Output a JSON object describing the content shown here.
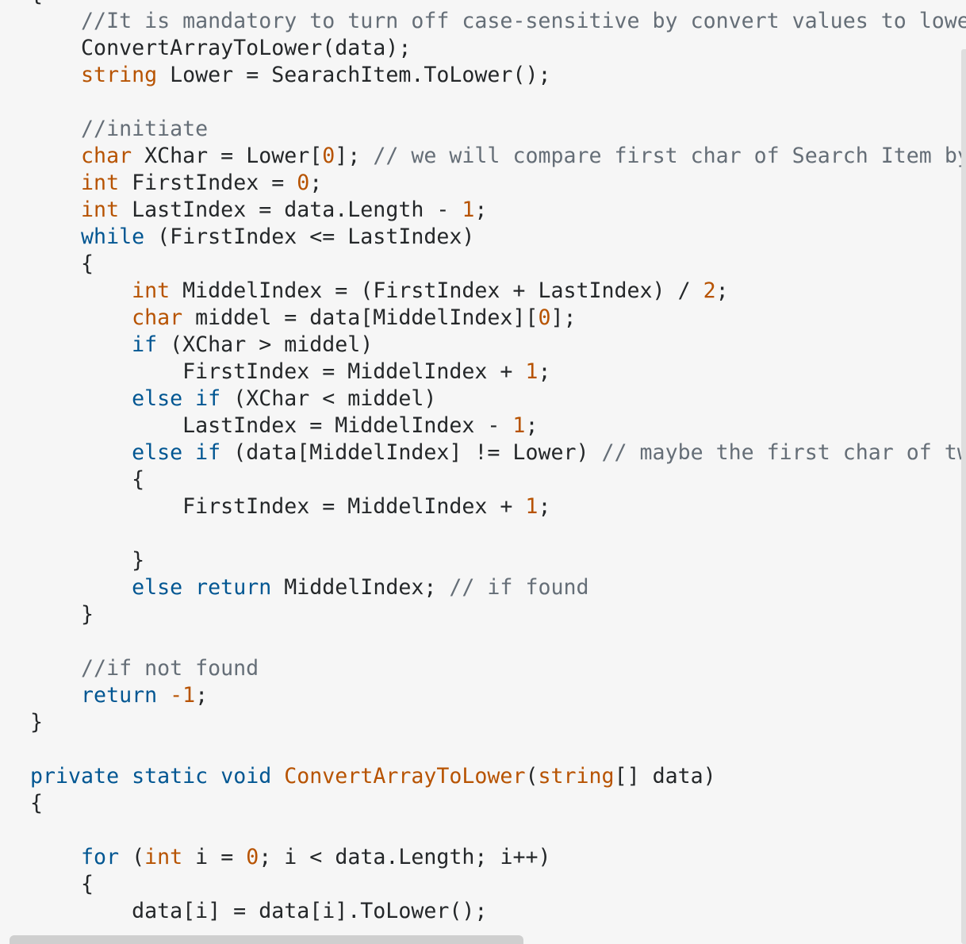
{
  "code_block": {
    "language": "csharp",
    "lines": [
      {
        "text": "{",
        "tokens": [
          {
            "t": "{",
            "k": "pl"
          }
        ]
      },
      {
        "text": "    //It is mandatory to turn off case-sensitive by convert values to lower",
        "tokens": [
          {
            "t": "    ",
            "k": "pl"
          },
          {
            "t": "//It is mandatory to turn off case-sensitive by convert values to lower",
            "k": "cm"
          }
        ]
      },
      {
        "text": "    ConvertArrayToLower(data);",
        "tokens": [
          {
            "t": "    ConvertArrayToLower(data);",
            "k": "pl"
          }
        ]
      },
      {
        "text": "    string Lower = SearachItem.ToLower();",
        "tokens": [
          {
            "t": "    ",
            "k": "pl"
          },
          {
            "t": "string",
            "k": "type"
          },
          {
            "t": " Lower = SearachItem.ToLower();",
            "k": "pl"
          }
        ]
      },
      {
        "text": "",
        "tokens": []
      },
      {
        "text": "    //initiate",
        "tokens": [
          {
            "t": "    ",
            "k": "pl"
          },
          {
            "t": "//initiate",
            "k": "cm"
          }
        ]
      },
      {
        "text": "    char XChar = Lower[0]; // we will compare first char of Search Item by",
        "tokens": [
          {
            "t": "    ",
            "k": "pl"
          },
          {
            "t": "char",
            "k": "type"
          },
          {
            "t": " XChar = Lower[",
            "k": "pl"
          },
          {
            "t": "0",
            "k": "num"
          },
          {
            "t": "]; ",
            "k": "pl"
          },
          {
            "t": "// we will compare first char of Search Item by",
            "k": "cm"
          }
        ]
      },
      {
        "text": "    int FirstIndex = 0;",
        "tokens": [
          {
            "t": "    ",
            "k": "pl"
          },
          {
            "t": "int",
            "k": "type"
          },
          {
            "t": " FirstIndex = ",
            "k": "pl"
          },
          {
            "t": "0",
            "k": "num"
          },
          {
            "t": ";",
            "k": "pl"
          }
        ]
      },
      {
        "text": "    int LastIndex = data.Length - 1;",
        "tokens": [
          {
            "t": "    ",
            "k": "pl"
          },
          {
            "t": "int",
            "k": "type"
          },
          {
            "t": " LastIndex = data.Length - ",
            "k": "pl"
          },
          {
            "t": "1",
            "k": "num"
          },
          {
            "t": ";",
            "k": "pl"
          }
        ]
      },
      {
        "text": "    while (FirstIndex <= LastIndex)",
        "tokens": [
          {
            "t": "    ",
            "k": "pl"
          },
          {
            "t": "while",
            "k": "kw"
          },
          {
            "t": " (FirstIndex <= LastIndex)",
            "k": "pl"
          }
        ]
      },
      {
        "text": "    {",
        "tokens": [
          {
            "t": "    {",
            "k": "pl"
          }
        ]
      },
      {
        "text": "        int MiddelIndex = (FirstIndex + LastIndex) / 2;",
        "tokens": [
          {
            "t": "        ",
            "k": "pl"
          },
          {
            "t": "int",
            "k": "type"
          },
          {
            "t": " MiddelIndex = (FirstIndex + LastIndex) / ",
            "k": "pl"
          },
          {
            "t": "2",
            "k": "num"
          },
          {
            "t": ";",
            "k": "pl"
          }
        ]
      },
      {
        "text": "        char middel = data[MiddelIndex][0];",
        "tokens": [
          {
            "t": "        ",
            "k": "pl"
          },
          {
            "t": "char",
            "k": "type"
          },
          {
            "t": " middel = data[MiddelIndex][",
            "k": "pl"
          },
          {
            "t": "0",
            "k": "num"
          },
          {
            "t": "];",
            "k": "pl"
          }
        ]
      },
      {
        "text": "        if (XChar > middel)",
        "tokens": [
          {
            "t": "        ",
            "k": "pl"
          },
          {
            "t": "if",
            "k": "kw"
          },
          {
            "t": " (XChar > middel)",
            "k": "pl"
          }
        ]
      },
      {
        "text": "            FirstIndex = MiddelIndex + 1;",
        "tokens": [
          {
            "t": "            FirstIndex = MiddelIndex + ",
            "k": "pl"
          },
          {
            "t": "1",
            "k": "num"
          },
          {
            "t": ";",
            "k": "pl"
          }
        ]
      },
      {
        "text": "        else if (XChar < middel)",
        "tokens": [
          {
            "t": "        ",
            "k": "pl"
          },
          {
            "t": "else",
            "k": "kw"
          },
          {
            "t": " ",
            "k": "pl"
          },
          {
            "t": "if",
            "k": "kw"
          },
          {
            "t": " (XChar < middel)",
            "k": "pl"
          }
        ]
      },
      {
        "text": "            LastIndex = MiddelIndex - 1;",
        "tokens": [
          {
            "t": "            LastIndex = MiddelIndex - ",
            "k": "pl"
          },
          {
            "t": "1",
            "k": "num"
          },
          {
            "t": ";",
            "k": "pl"
          }
        ]
      },
      {
        "text": "        else if (data[MiddelIndex] != Lower) // maybe the first char of two",
        "tokens": [
          {
            "t": "        ",
            "k": "pl"
          },
          {
            "t": "else",
            "k": "kw"
          },
          {
            "t": " ",
            "k": "pl"
          },
          {
            "t": "if",
            "k": "kw"
          },
          {
            "t": " (data[MiddelIndex] != Lower) ",
            "k": "pl"
          },
          {
            "t": "// maybe the first char of two",
            "k": "cm"
          }
        ]
      },
      {
        "text": "        {",
        "tokens": [
          {
            "t": "        {",
            "k": "pl"
          }
        ]
      },
      {
        "text": "            FirstIndex = MiddelIndex + 1;",
        "tokens": [
          {
            "t": "            FirstIndex = MiddelIndex + ",
            "k": "pl"
          },
          {
            "t": "1",
            "k": "num"
          },
          {
            "t": ";",
            "k": "pl"
          }
        ]
      },
      {
        "text": "",
        "tokens": []
      },
      {
        "text": "        }",
        "tokens": [
          {
            "t": "        }",
            "k": "pl"
          }
        ]
      },
      {
        "text": "        else return MiddelIndex; // if found",
        "tokens": [
          {
            "t": "        ",
            "k": "pl"
          },
          {
            "t": "else",
            "k": "kw"
          },
          {
            "t": " ",
            "k": "pl"
          },
          {
            "t": "return",
            "k": "kw"
          },
          {
            "t": " MiddelIndex; ",
            "k": "pl"
          },
          {
            "t": "// if found",
            "k": "cm"
          }
        ]
      },
      {
        "text": "    }",
        "tokens": [
          {
            "t": "    }",
            "k": "pl"
          }
        ]
      },
      {
        "text": "",
        "tokens": []
      },
      {
        "text": "    //if not found",
        "tokens": [
          {
            "t": "    ",
            "k": "pl"
          },
          {
            "t": "//if not found",
            "k": "cm"
          }
        ]
      },
      {
        "text": "    return -1;",
        "tokens": [
          {
            "t": "    ",
            "k": "pl"
          },
          {
            "t": "return",
            "k": "kw"
          },
          {
            "t": " ",
            "k": "pl"
          },
          {
            "t": "-1",
            "k": "num"
          },
          {
            "t": ";",
            "k": "pl"
          }
        ]
      },
      {
        "text": "}",
        "tokens": [
          {
            "t": "}",
            "k": "pl"
          }
        ]
      },
      {
        "text": "",
        "tokens": []
      },
      {
        "text": "private static void ConvertArrayToLower(string[] data)",
        "tokens": [
          {
            "t": "private",
            "k": "kw"
          },
          {
            "t": " ",
            "k": "pl"
          },
          {
            "t": "static",
            "k": "kw"
          },
          {
            "t": " ",
            "k": "pl"
          },
          {
            "t": "void",
            "k": "kw"
          },
          {
            "t": " ",
            "k": "pl"
          },
          {
            "t": "ConvertArrayToLower",
            "k": "fn"
          },
          {
            "t": "(",
            "k": "pl"
          },
          {
            "t": "string",
            "k": "type"
          },
          {
            "t": "[] data)",
            "k": "pl"
          }
        ]
      },
      {
        "text": "{",
        "tokens": [
          {
            "t": "{",
            "k": "pl"
          }
        ]
      },
      {
        "text": "",
        "tokens": []
      },
      {
        "text": "    for (int i = 0; i < data.Length; i++)",
        "tokens": [
          {
            "t": "    ",
            "k": "pl"
          },
          {
            "t": "for",
            "k": "kw"
          },
          {
            "t": " (",
            "k": "pl"
          },
          {
            "t": "int",
            "k": "type"
          },
          {
            "t": " i = ",
            "k": "pl"
          },
          {
            "t": "0",
            "k": "num"
          },
          {
            "t": "; i < data.Length; i++)",
            "k": "pl"
          }
        ]
      },
      {
        "text": "    {",
        "tokens": [
          {
            "t": "    {",
            "k": "pl"
          }
        ]
      },
      {
        "text": "        data[i] = data[i].ToLower();",
        "tokens": [
          {
            "t": "        data[i] = data[i].ToLower();",
            "k": "pl"
          }
        ]
      }
    ]
  },
  "colors": {
    "background": "#f6f6f6",
    "plain": "#242729",
    "keyword": "#015692",
    "type": "#b75301",
    "number": "#b75301",
    "comment": "#656e77"
  }
}
